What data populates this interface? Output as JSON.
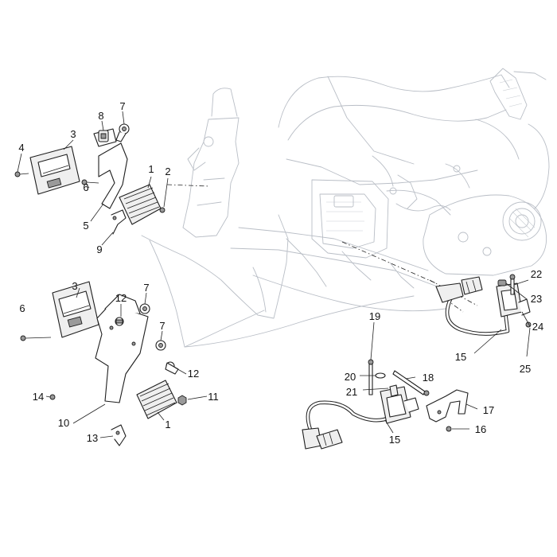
{
  "diagram": {
    "labels": {
      "l4": "4",
      "l3a": "3",
      "l8": "8",
      "l7a": "7",
      "l1a": "1",
      "l2": "2",
      "l6a": "6",
      "l5": "5",
      "l9": "9",
      "l12a": "12",
      "l7b": "7",
      "l3b": "3",
      "l6b": "6",
      "l7c": "7",
      "l12b": "12",
      "l14": "14",
      "l11": "11",
      "l10": "10",
      "l1b": "1",
      "l13": "13",
      "l22": "22",
      "l23": "23",
      "l24": "24",
      "l15a": "15",
      "l25": "25",
      "l19": "19",
      "l20": "20",
      "l18": "18",
      "l21": "21",
      "l17": "17",
      "l16": "16",
      "l15b": "15"
    }
  }
}
